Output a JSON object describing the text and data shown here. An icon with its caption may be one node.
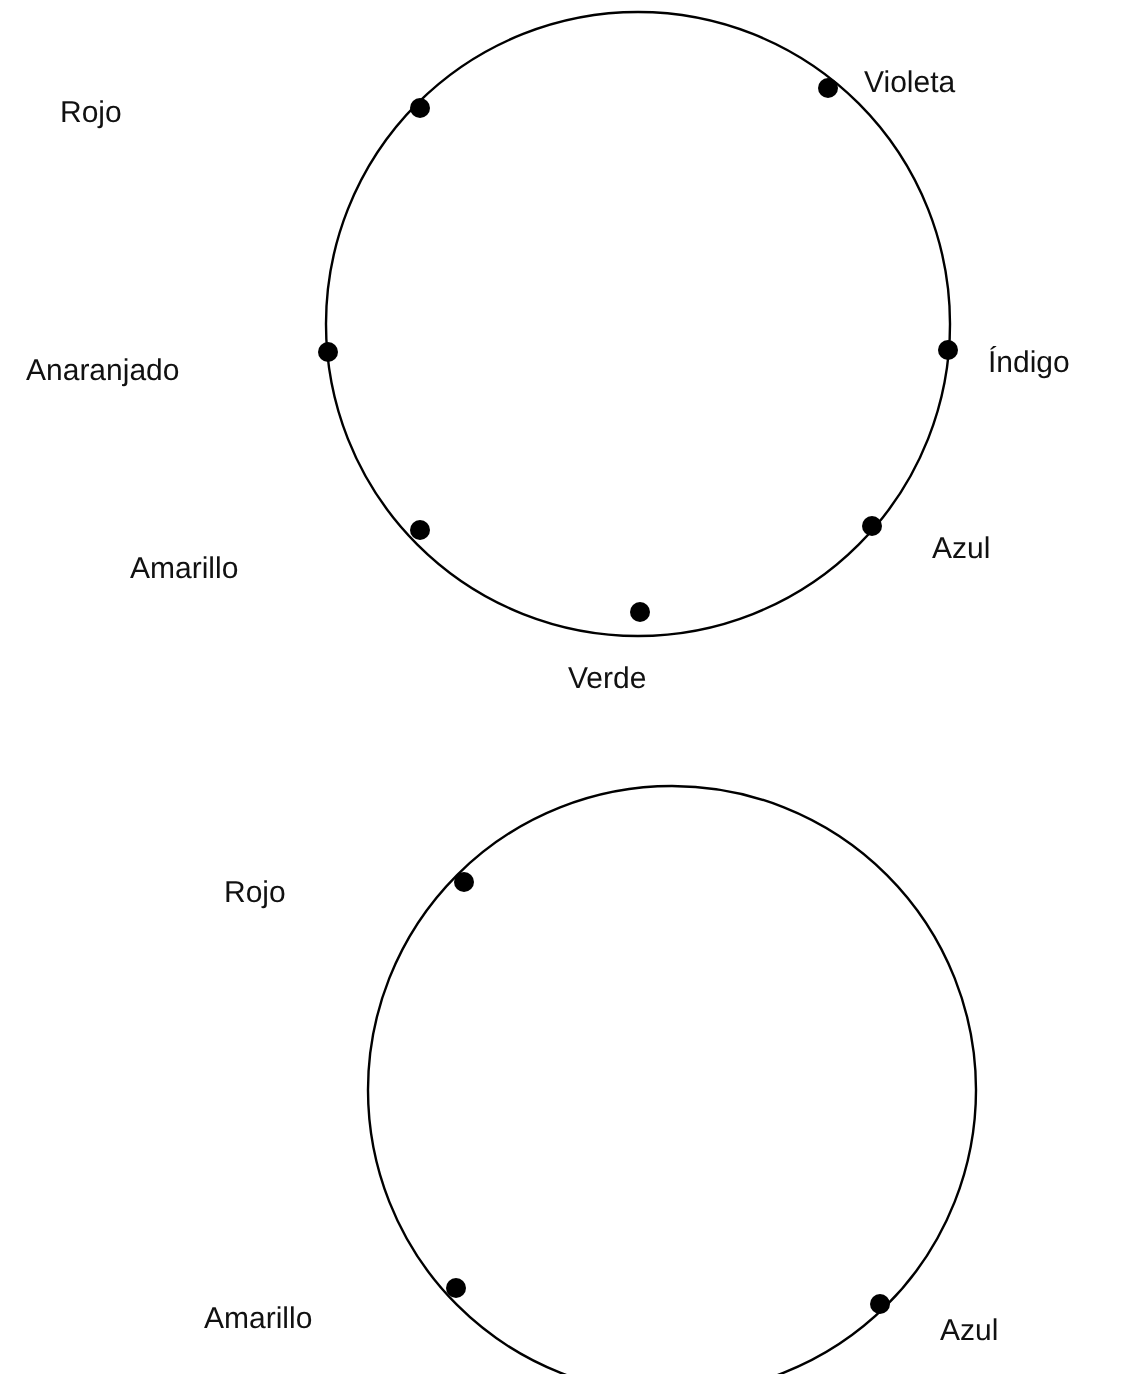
{
  "diagram": {
    "labels": [
      "Rojo",
      "Violeta",
      "Anaranjado",
      "Índigo",
      "Amarillo",
      "Azul",
      "Verde",
      "Rojo",
      "Amarillo",
      "Azul"
    ]
  }
}
